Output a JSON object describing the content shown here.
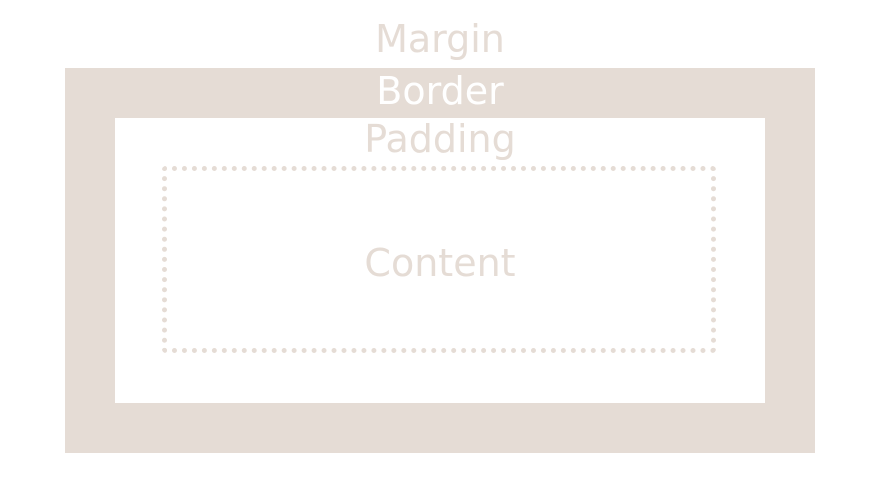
{
  "diagram": {
    "labels": {
      "margin": "Margin",
      "border": "Border",
      "padding": "Padding",
      "content": "Content"
    },
    "colors": {
      "border_fill": "#e5dcd5",
      "label_muted": "#e5dcd5",
      "label_on_border": "#ffffff",
      "background": "#ffffff"
    }
  }
}
